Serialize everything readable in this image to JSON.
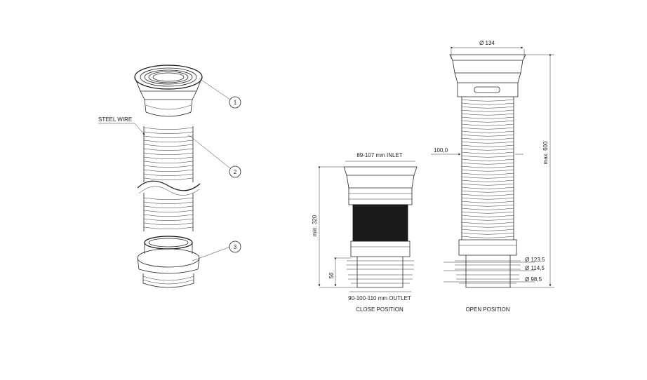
{
  "exploded_view": {
    "steel_wire_label": "STEEL WIRE",
    "callouts": [
      "1",
      "2",
      "3"
    ]
  },
  "close_position": {
    "inlet_label": "89-107 mm INLET",
    "length_label": "min. 320",
    "spigot_label": "56",
    "outlet_label": "90-100-110 mm OUTLET",
    "caption": "CLOSE POSITION"
  },
  "open_position": {
    "top_diameter": "Ø 134",
    "length_label": "max. 600",
    "depth_label": "100,0",
    "d1": "Ø 123,5",
    "d2": "Ø 114,5",
    "d3": "Ø 98,5",
    "caption": "OPEN POSITION"
  }
}
